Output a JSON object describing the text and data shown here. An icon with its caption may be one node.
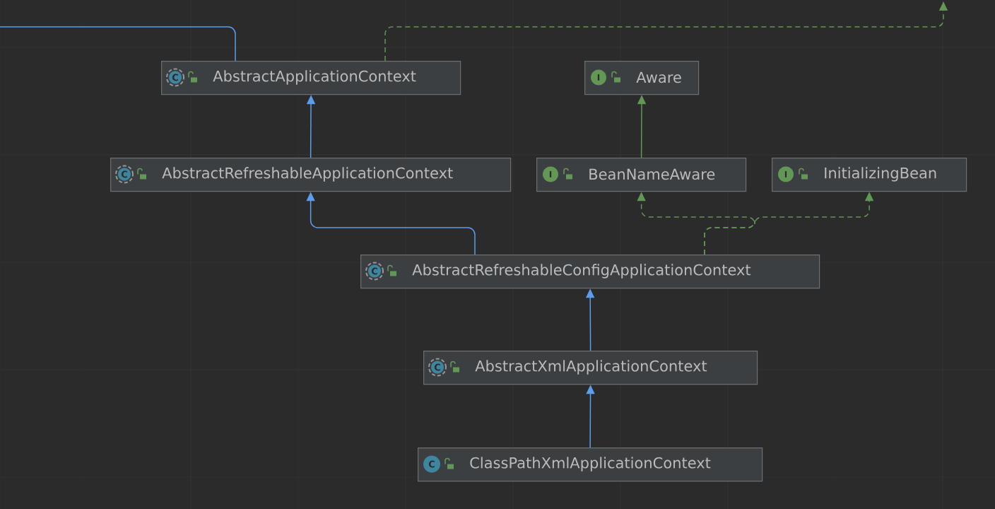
{
  "diagram": {
    "nodes": [
      {
        "text": [
          "C",
          "AbstractApplicationContext"
        ]
      },
      {
        "text": [
          "I",
          "Aware"
        ]
      },
      {
        "text": [
          "C",
          "AbstractRefreshableApplicationContext"
        ]
      },
      {
        "text": [
          "I",
          "BeanNameAware"
        ]
      },
      {
        "text": [
          "I",
          "InitializingBean"
        ]
      },
      {
        "text": [
          "C",
          "AbstractRefreshableConfigApplicationContext"
        ]
      },
      {
        "text": [
          "C",
          "AbstractXmlApplicationContext"
        ]
      },
      {
        "text": [
          "C",
          "ClassPathXmlApplicationContext"
        ]
      }
    ],
    "edges": [
      {
        "from": 0,
        "to": null,
        "arrow": "none"
      },
      {
        "from": 0,
        "to": null,
        "arrow": "to",
        "style": "dashed",
        "color": "#629755"
      },
      {
        "from": 2,
        "to": 0,
        "arrow": "to"
      },
      {
        "from": 3,
        "to": 1,
        "arrow": "to",
        "color": "#629755"
      },
      {
        "from": 5,
        "to": 2,
        "arrow": "to"
      },
      {
        "from": 5,
        "to": 3,
        "arrow": "to",
        "style": "dashed",
        "color": "#629755"
      },
      {
        "from": 5,
        "to": 4,
        "arrow": "to",
        "style": "dashed",
        "color": "#629755"
      },
      {
        "from": 6,
        "to": 5,
        "arrow": "to"
      },
      {
        "from": 7,
        "to": 6,
        "arrow": "to"
      }
    ]
  }
}
